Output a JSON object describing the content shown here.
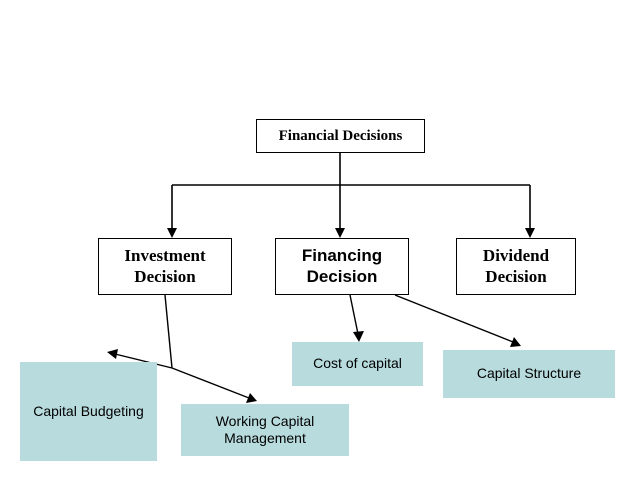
{
  "diagram": {
    "title": "Financial Decisions hierarchy",
    "colors": {
      "box_fill_white": "#ffffff",
      "box_fill_teal": "#b8dbdd",
      "border": "#000000",
      "connector": "#000000",
      "text": "#000000",
      "background": "#ffffff"
    },
    "nodes": {
      "root": {
        "label": "Financial Decisions"
      },
      "level2": [
        {
          "label": "Investment\nDecision",
          "line1": "Investment",
          "line2": "Decision"
        },
        {
          "label": "Financing\nDecision",
          "line1": "Financing",
          "line2": "Decision"
        },
        {
          "label": "Dividend\nDecision",
          "line1": "Dividend",
          "line2": "Decision"
        }
      ],
      "level3": [
        {
          "label": "Capital Budgeting"
        },
        {
          "label": "Working Capital Management",
          "line1": "Working Capital",
          "line2": "Management"
        },
        {
          "label": "Cost of capital"
        },
        {
          "label": "Capital Structure"
        }
      ]
    }
  }
}
